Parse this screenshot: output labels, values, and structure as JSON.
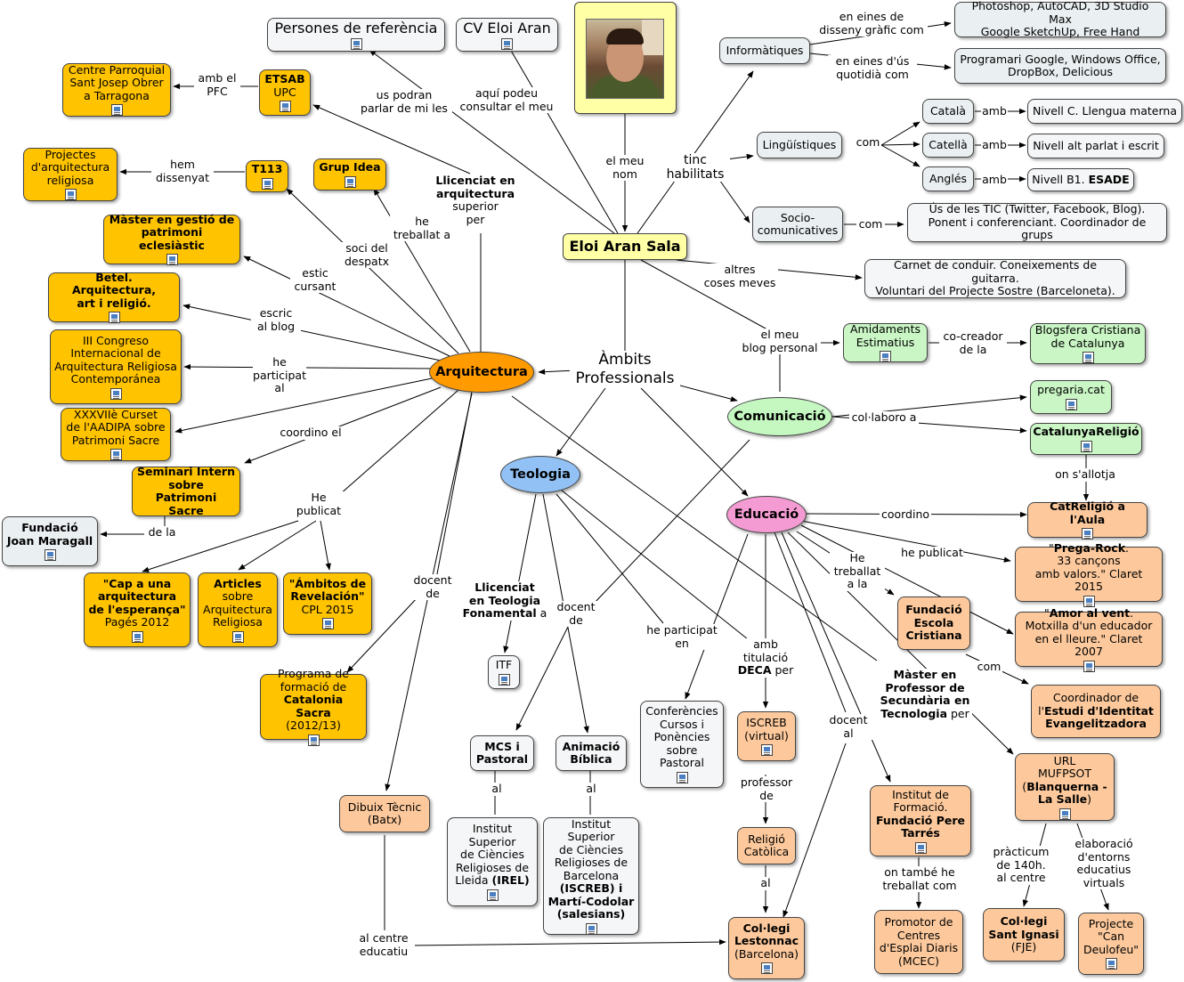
{
  "nodes": {
    "center": "Eloi Aran Sala",
    "ambits": "Àmbits\nProfessionals",
    "arquitectura": "Arquitectura",
    "teologia": "Teologia",
    "comunicacio": "Comunicació",
    "educacio": "Educació",
    "persones": "Persones de referència",
    "cv": "CV Eloi Aran",
    "informatiques": "Informàtiques",
    "linguistiques": "Lingüístiques",
    "sociocom": "Socio-\ncomunicatives",
    "disseny": "Photoshop, AutoCAD, 3D Studio Max\nGoogle SketchUp, Free Hand",
    "quotidia": "Programari Google, Windows Office,\nDropBox, Delicious",
    "catala": "Català",
    "catella": "Catellà",
    "angles": "Anglés",
    "nivellc": "Nivell C. Llengua materna",
    "nivellalt": "Nivell alt parlat i escrit",
    "nivellb1": "Nivell B1.",
    "esade": "ESADE",
    "tic": "Ús de les TIC (Twitter, Facebook, Blog).\nPonent i conferenciant. Coordinador de grups",
    "altres": "Carnet de conduir. Coneixements de guitarra.\nVoluntari del Projecte Sostre (Barceloneta).",
    "amidaments": "Amidaments\nEstimatius",
    "blogsfera": "Blogsfera Cristiana\nde Catalunya",
    "pregaria": "pregaria.cat",
    "catalunyareligio": "CatalunyaReligió",
    "catreligio": "CatReligió a l'Aula",
    "pregarock_t": "Prega-Rock",
    "pregarock_r": "33 cançons\namb valors.\" Claret 2015",
    "amor_t": "Amor al vent",
    "amor_r": "Motxilla d'un educador\nen el lleure.\" Claret 2007",
    "fec": "Fundació\nEscola\nCristiana",
    "coordinador_a": "Coordinador de\nl'",
    "coordinador_b": "Estudi d'Identitat\nEvangelitzadora",
    "url_a": "URL\nMUFPSOT\n(",
    "url_b": "Blanquerna -\nLa Salle",
    "url_c": ")",
    "iscreb_virtual": "ISCREB\n(virtual)",
    "religio": "Religió\nCatòlica",
    "lestonnac_b": "Col·legi\nLestonnac",
    "lestonnac_r": "(Barcelona)",
    "peretarres_a": "Institut de\nFormació.",
    "peretarres_b": "Fundació Pere\nTarrés",
    "promotor": "Promotor de\nCentres\nd'Esplai Diaris\n(MCEC)",
    "santignasi_b": "Col·legi\nSant Ignasi",
    "santignasi_r": "(FJE)",
    "deulofeu": "Projecte\n\"Can\nDeulofeu\"",
    "etsab_b": "ETSAB",
    "etsab_r": "UPC",
    "parroquial": "Centre Parroquial\nSant Josep Obrer\na Tarragona",
    "t113": "T113",
    "grupidea": "Grup Idea",
    "projectes": "Projectes\nd'arquitectura\nreligiosa",
    "master_gestio": "Màster en gestió de\npatrimoni eclesiàstic",
    "betel": "Betel. Arquitectura,\nart i religió.",
    "congreso": "III Congreso\nInternacional de\nArquitectura Religiosa\nContemporánea",
    "curset": "XXXVIIè Curset\nde l'AADIPA sobre\nPatrimoni Sacre",
    "seminari": "Seminari Intern\nsobre Patrimoni\nSacre",
    "maragall": "Fundació\nJoan Maragall",
    "esperanca_b": "\"Cap a una\narquitectura\nde l'esperança\"",
    "esperanca_r": "Pagés 2012",
    "articles_b": "Articles",
    "articles_r": "sobre\nArquitectura\nReligiosa",
    "ambitos_b": "\"Ámbitos de\nRevelación\"",
    "ambitos_r": "CPL 2015",
    "catsacra_a": "Programa de\nformació de",
    "catsacra_b": "Catalonia Sacra",
    "catsacra_c": "(2012/13)",
    "dibuix": "Dibuix Tècnic\n(Batx)",
    "itf": "ITF",
    "mcs": "MCS i\nPastoral",
    "animacio": "Animació\nBíblica",
    "conferencies": "Conferències\nCursos i\nPonències\nsobre\nPastoral",
    "irel_a": "Institut\nSuperior\nde Ciències\nReligioses de\nLleida",
    "irel_b": "(IREL)",
    "iscreb_a": "Institut\nSuperior\nde Ciències\nReligioses de\nBarcelona",
    "iscreb_b": "(ISCREB) i\nMartí-Codolar\n(salesians)"
  },
  "links": {
    "el_meu_nom": "el meu\nnom",
    "tinc_habilitats": "tinc\nhabilitats",
    "us_podran": "us podran\nparlar de mi les",
    "aqui_podeu": "aquí podeu\nconsultar el meu",
    "en_eines_disseny": "en eines de\ndisseny gràfic com",
    "en_eines_us": "en eines d'ús\nquotidià com",
    "com1": "com",
    "com2": "com",
    "amb1": "amb",
    "amb2": "amb",
    "amb3": "amb",
    "altres_coses": "altres\ncoses meves",
    "el_meu_blog": "el meu\nblog personal",
    "co_creador": "co-creador\nde la",
    "col_laboro": "col·laboro a",
    "on_sallotja": "on s'allotja",
    "coordino": "coordino",
    "he_publicat_edu": "he publicat",
    "he_treballat_ala": "He\ntreballat\na la",
    "com3": "com",
    "master_prof_a": "Màster en\nProfessor de\nSecundària en\nTecnologia",
    "master_prof_b": " per",
    "amb_titulacio_a": "amb\ntitulació\n",
    "amb_titulacio_b": "DECA",
    "amb_titulacio_c": " per",
    "professor_de": "professor\nde",
    "al1": "al",
    "docent_al": "docent\nal",
    "on_tambe": "on també he\ntreballat com",
    "practicum": "pràcticum\nde 140h.\nal centre",
    "elaboracio": "elaboració\nd'entorns\neducatius\nvirtuals",
    "he_participat_en": "he participat\nen",
    "docent_de_teo": "docent\nde",
    "llicenciat_teo_b": "Llicenciat\nen Teologia\nFonamental",
    "llicenciat_teo_r": " a",
    "al2": "al",
    "al3": "al",
    "llicenciat_arq_b": "Llicenciat en\narquitectura",
    "llicenciat_arq_r": "superior\nper",
    "he_treballat_a": "he\ntreballat a",
    "soci_del": "soci del\ndespatx",
    "estic_cursant": "estic\ncursant",
    "escric_al": "escric\nal blog",
    "he_participat_al": "he\nparticipat\nal",
    "coordino_el": "coordino el",
    "he_publicat": "He\npublicat",
    "de_la": "de la",
    "docent_de_arq": "docent\nde",
    "amb_el_pfc": "amb el\nPFC",
    "hem_dissenyat": "hem\ndissenyat",
    "al_centre": "al centre\neducatiu"
  }
}
